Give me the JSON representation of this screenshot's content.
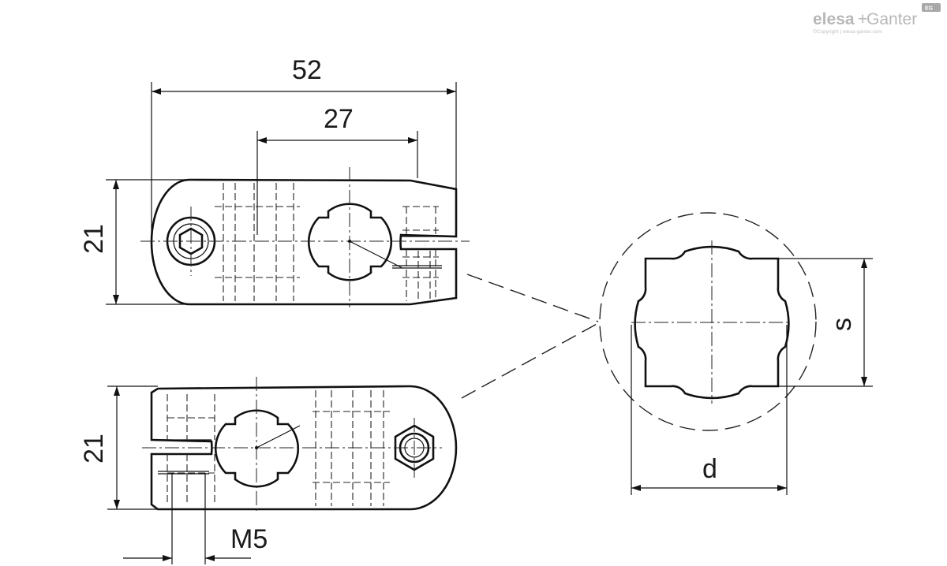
{
  "logo": {
    "brand_left": "elesa",
    "brand_plus": "+",
    "brand_right": "Ganter",
    "badge": "EG",
    "copyright": "©Copyright | elesa-ganter.com"
  },
  "dimensions": {
    "overall_length": "52",
    "bore_spacing": "27",
    "top_height": "21",
    "bottom_height": "21",
    "screw_thread": "M5",
    "across_flats": "s",
    "bore_diameter": "d"
  },
  "colors": {
    "line": "#111111",
    "logo": "#b8b8b8"
  }
}
